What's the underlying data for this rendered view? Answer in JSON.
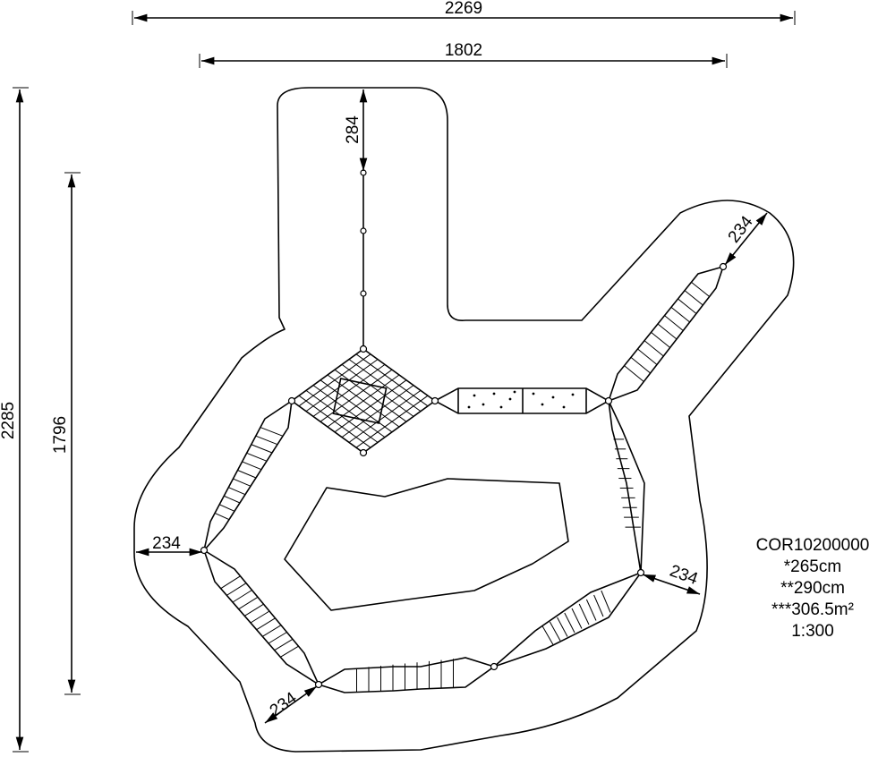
{
  "dimensions": {
    "overall_width": "2269",
    "equipment_width": "1802",
    "overall_depth": "2285",
    "equipment_depth": "1796",
    "top_clearance": "284",
    "clearance_upper_right": "234",
    "clearance_left": "234",
    "clearance_right": "234",
    "clearance_lower_left": "234"
  },
  "info": {
    "product_code": "COR10200000",
    "height_1": "*265cm",
    "height_2": "**290cm",
    "area": "***306.5m²",
    "scale": "1:300"
  }
}
